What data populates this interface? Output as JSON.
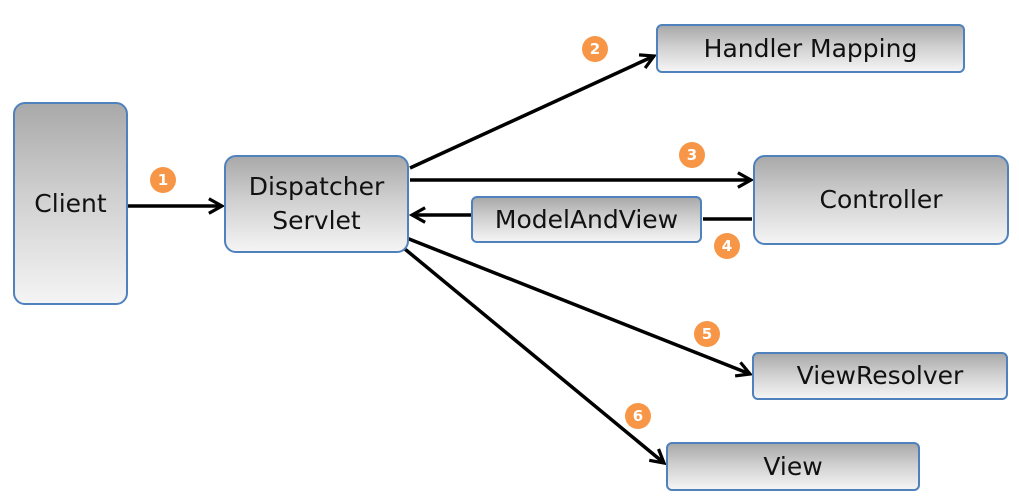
{
  "nodes": {
    "client": "Client",
    "dispatcher_line1": "Dispatcher",
    "dispatcher_line2": "Servlet",
    "handler_mapping": "Handler Mapping",
    "controller": "Controller",
    "model_and_view": "ModelAndView",
    "view_resolver": "ViewResolver",
    "view": "View"
  },
  "steps": [
    "1",
    "2",
    "3",
    "4",
    "5",
    "6"
  ],
  "colors": {
    "border": "#4f81bd",
    "badge": "#f79646",
    "arrow": "#000000"
  }
}
